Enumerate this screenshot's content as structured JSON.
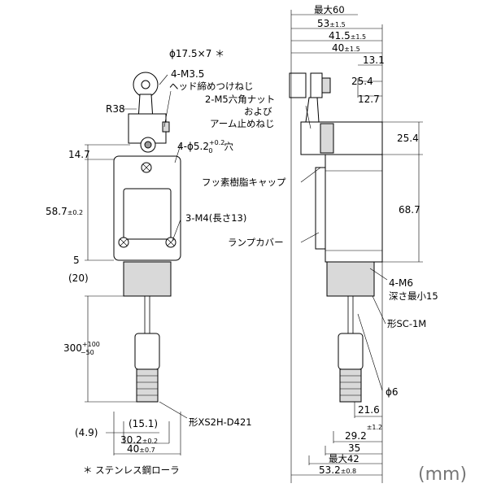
{
  "front": {
    "roller": {
      "label": "ϕ17.5×7 ＊"
    },
    "screw_note": {
      "line1": "4-M3.5",
      "line2": "ヘッド締めつけねじ"
    },
    "radius": {
      "label": "R38"
    },
    "holes": {
      "main": "4-ϕ5.2",
      "tol_sup": "+0.2",
      "tol_sub": "0",
      "suffix": "穴"
    },
    "mount_screw": {
      "label": "3-M4(長さ13)"
    },
    "dims": {
      "d_14_7": "14.7",
      "d_58_7": "58.7",
      "d_58_7_tol": "±0.2",
      "d_5": "5",
      "d_20": "(20)",
      "d_300": "300",
      "d_300_sup": "+100",
      "d_300_sub": "−50",
      "d_4_9": "(4.9)",
      "d_15_1": "(15.1)",
      "d_30_2": "30.2",
      "d_30_2_tol": "±0.2",
      "d_40": "40",
      "d_40_tol": "±0.7"
    },
    "connector": {
      "label": "形XS2H-D421"
    },
    "footnote": "＊ ステンレス鋼ローラ"
  },
  "side": {
    "top_dims": {
      "max60": "最大60",
      "d_53": "53",
      "d_53_tol": "±1.5",
      "d_41_5": "41.5",
      "d_41_5_tol": "±1.5",
      "d_40": "40",
      "d_40_tol": "±1.5",
      "d_13_1": "13.1",
      "d_25_4a": "25.4",
      "d_12_7": "12.7"
    },
    "nut_note": {
      "line1": "2-M5六角ナット",
      "line2": "および",
      "line3": "アーム止めねじ"
    },
    "right_dims": {
      "d_25_4b": "25.4",
      "d_68_7": "68.7"
    },
    "cap": {
      "label": "フッ素樹脂キャップ"
    },
    "lamp": {
      "label": "ランプカバー"
    },
    "m6": {
      "line1": "4-M6",
      "line2": "深さ最小15"
    },
    "model": {
      "label": "形SC-1M"
    },
    "cable": {
      "label": "ϕ6"
    },
    "bottom_dims": {
      "d_21_6": "21.6",
      "d_29_2": "29.2",
      "d_29_2_tol": "±1.2",
      "d_35": "35",
      "max42": "最大42",
      "d_53_2": "53.2",
      "d_53_2_tol": "±0.8"
    }
  },
  "unit": {
    "label": "(mm)"
  }
}
